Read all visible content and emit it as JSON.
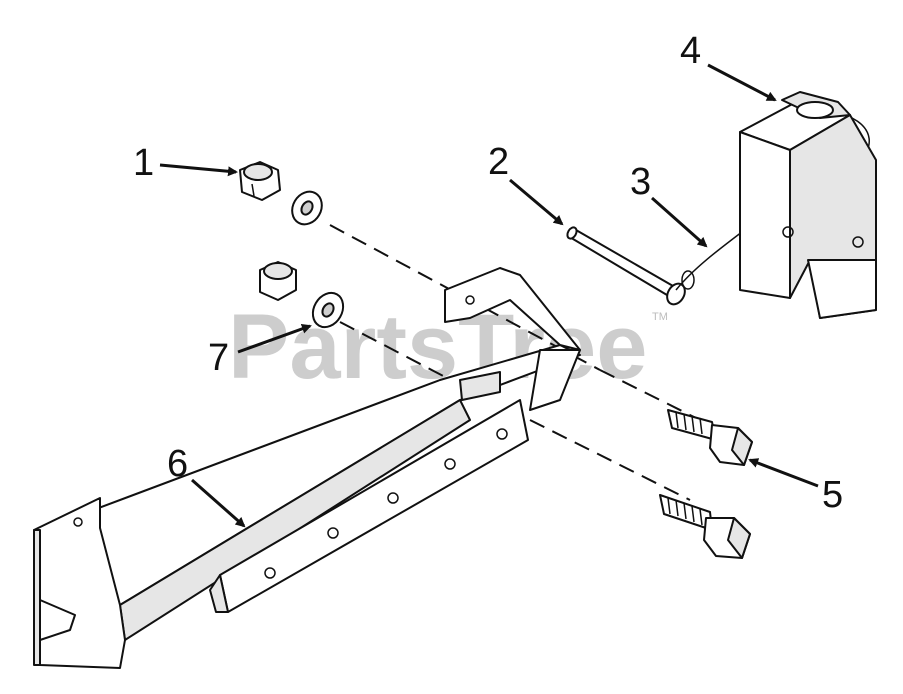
{
  "diagram": {
    "watermark": "PartsTree",
    "watermark_tm": "TM",
    "callouts": [
      "1",
      "2",
      "3",
      "4",
      "5",
      "6",
      "7"
    ],
    "parts": [
      "lock-nut",
      "washer",
      "hitch-pin",
      "lanyard",
      "weight-block",
      "bolt",
      "hitch-bar"
    ]
  }
}
